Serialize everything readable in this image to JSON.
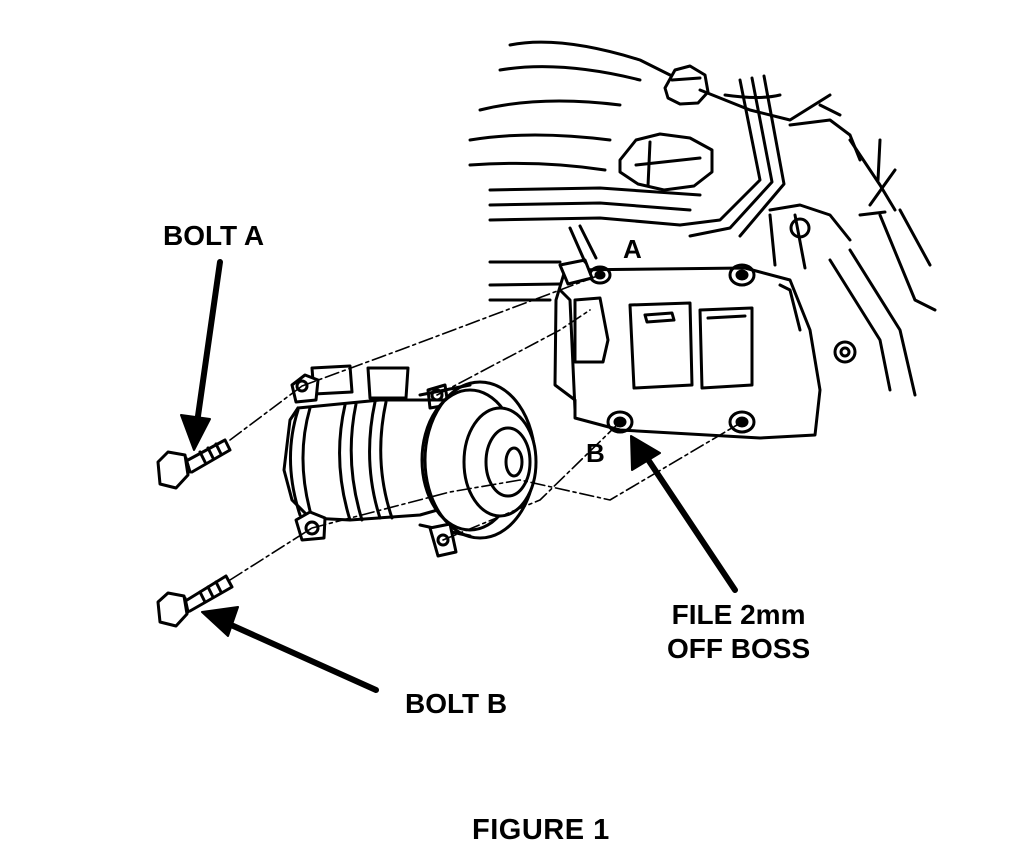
{
  "figure": {
    "caption": "FIGURE 1",
    "labels": {
      "bolt_a": "BOLT A",
      "bolt_b": "BOLT B",
      "point_a": "A",
      "point_b": "B",
      "file_note_line1": "FILE 2mm",
      "file_note_line2": "OFF BOSS"
    },
    "colors": {
      "ink": "#000000",
      "paper": "#ffffff"
    }
  }
}
